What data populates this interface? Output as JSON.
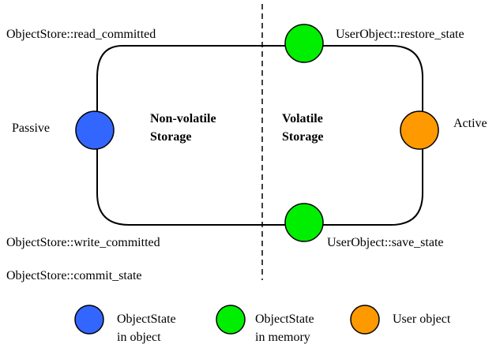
{
  "labels": {
    "read_committed": "ObjectStore::read_committed",
    "restore_state": "UserObject::restore_state",
    "passive": "Passive",
    "active": "Active",
    "write_committed": "ObjectStore::write_committed",
    "save_state": "UserObject::save_state",
    "commit_state": "ObjectStore::commit_state"
  },
  "regions": {
    "nonvolatile_line1": "Non-volatile",
    "nonvolatile_line2": "Storage",
    "volatile_line1": "Volatile",
    "volatile_line2": "Storage"
  },
  "legend": [
    {
      "line1": "ObjectState",
      "line2": "in object",
      "color": "#3366ff"
    },
    {
      "line1": "ObjectState",
      "line2": "in memory",
      "color": "#00ee00"
    },
    {
      "line1": "User object",
      "line2": "",
      "color": "#ff9900"
    }
  ],
  "colors": {
    "object_state_in_object": "#3366ff",
    "object_state_in_memory": "#00ee00",
    "user_object": "#ff9900"
  }
}
